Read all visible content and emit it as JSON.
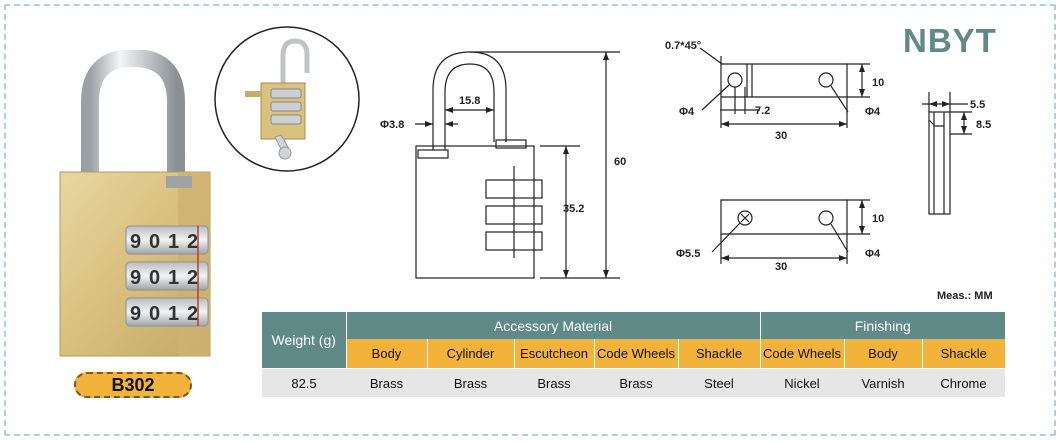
{
  "brand": "NBYT",
  "model": "B302",
  "measurement_unit": "Meas.: MM",
  "lock_digits": [
    "9",
    "0",
    "1",
    "2"
  ],
  "dimensions": {
    "chamfer": "0.7*45°",
    "shackle_diameter": "Φ3.8",
    "shackle_inner_width": "15.8",
    "body_height": "35.2",
    "total_height": "60",
    "plate1_width": "30",
    "plate1_hole_spacing": "7.2",
    "plate1_height": "10",
    "plate1_hole_left": "Φ4",
    "plate1_hole_right": "Φ4",
    "side_width": "5.5",
    "side_depth": "8.5",
    "plate2_width": "30",
    "plate2_height": "10",
    "plate2_hole_left": "Φ5.5",
    "plate2_hole_right": "Φ4"
  },
  "table": {
    "weight_header": "Weight (g)",
    "group_accessory": "Accessory Material",
    "group_finishing": "Finishing",
    "sub_headers": [
      "Body",
      "Cylinder",
      "Escutcheon",
      "Code Wheels",
      "Shackle",
      "Code Wheels",
      "Body",
      "Shackle"
    ],
    "weight_value": "82.5",
    "values": [
      "Brass",
      "Brass",
      "Brass",
      "Brass",
      "Steel",
      "Nickel",
      "Varnish",
      "Chrome"
    ]
  }
}
